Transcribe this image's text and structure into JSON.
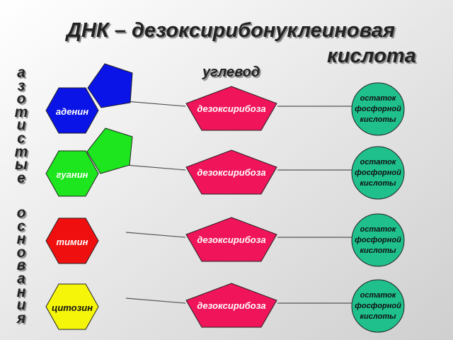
{
  "title_line1": "ДНК – дезоксирибонуклеиновая",
  "title_line2": "кислота",
  "vertical_label": {
    "word1": [
      "а",
      "з",
      "о",
      "т",
      "и",
      "с",
      "т",
      "ы",
      "е"
    ],
    "word2": [
      "о",
      "с",
      "н",
      "о",
      "в",
      "а",
      "н",
      "и",
      "я"
    ]
  },
  "carbohydrate_label": "углевод",
  "rows": [
    {
      "base": "аденин",
      "base_color": "#0a14e6",
      "base_text_color": "#ffffff",
      "base_type": "purine",
      "sugar": "дезоксирибоза",
      "sugar_color": "#f0145a",
      "phosphate_lines": [
        "остаток",
        "фосфорной",
        "кислоты"
      ],
      "phosphate_color": "#1fc08c"
    },
    {
      "base": "гуанин",
      "base_color": "#1ee61e",
      "base_text_color": "#ffffff",
      "base_type": "purine",
      "sugar": "дезоксирибоза",
      "sugar_color": "#f0145a",
      "phosphate_lines": [
        "остаток",
        "фосфорной",
        "кислоты"
      ],
      "phosphate_color": "#1fc08c"
    },
    {
      "base": "тимин",
      "base_color": "#f00f0f",
      "base_text_color": "#ffffff",
      "base_type": "pyrimidine",
      "sugar": "дезоксирибоза",
      "sugar_color": "#f0145a",
      "phosphate_lines": [
        "остаток",
        "фосфорной",
        "кислоты"
      ],
      "phosphate_color": "#1fc08c"
    },
    {
      "base": "цитозин",
      "base_color": "#f5f50a",
      "base_text_color": "#111111",
      "base_type": "pyrimidine",
      "sugar": "дезоксирибоза",
      "sugar_color": "#f0145a",
      "phosphate_lines": [
        "остаток",
        "фосфорной",
        "кислоты"
      ],
      "phosphate_color": "#1fc08c"
    }
  ]
}
